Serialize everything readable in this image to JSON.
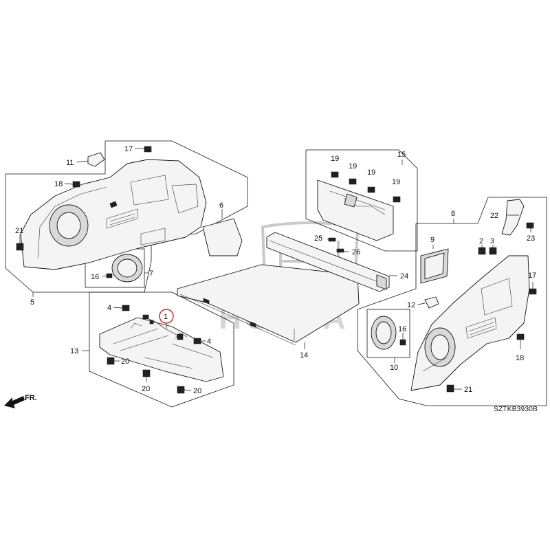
{
  "diagram": {
    "drawing_code": "SZTKB3930B",
    "front_indicator": "FR.",
    "highlighted_callout": "1",
    "callouts": {
      "c1": "1",
      "c2": "2",
      "c3": "3",
      "c4a": "4",
      "c4b": "4",
      "c5": "5",
      "c6": "6",
      "c7": "7",
      "c8": "8",
      "c9": "9",
      "c10": "10",
      "c11": "11",
      "c12": "12",
      "c13": "13",
      "c14": "14",
      "c15": "15",
      "c16a": "16",
      "c16b": "16",
      "c17a": "17",
      "c17b": "17",
      "c18a": "18",
      "c18b": "18",
      "c19a": "19",
      "c19b": "19",
      "c19c": "19",
      "c19d": "19",
      "c20a": "20",
      "c20b": "20",
      "c20c": "20",
      "c21a": "21",
      "c21b": "21",
      "c22": "22",
      "c23": "23",
      "c24": "24",
      "c25": "25",
      "c26": "26"
    }
  },
  "watermark": {
    "brand": "HONDA"
  }
}
